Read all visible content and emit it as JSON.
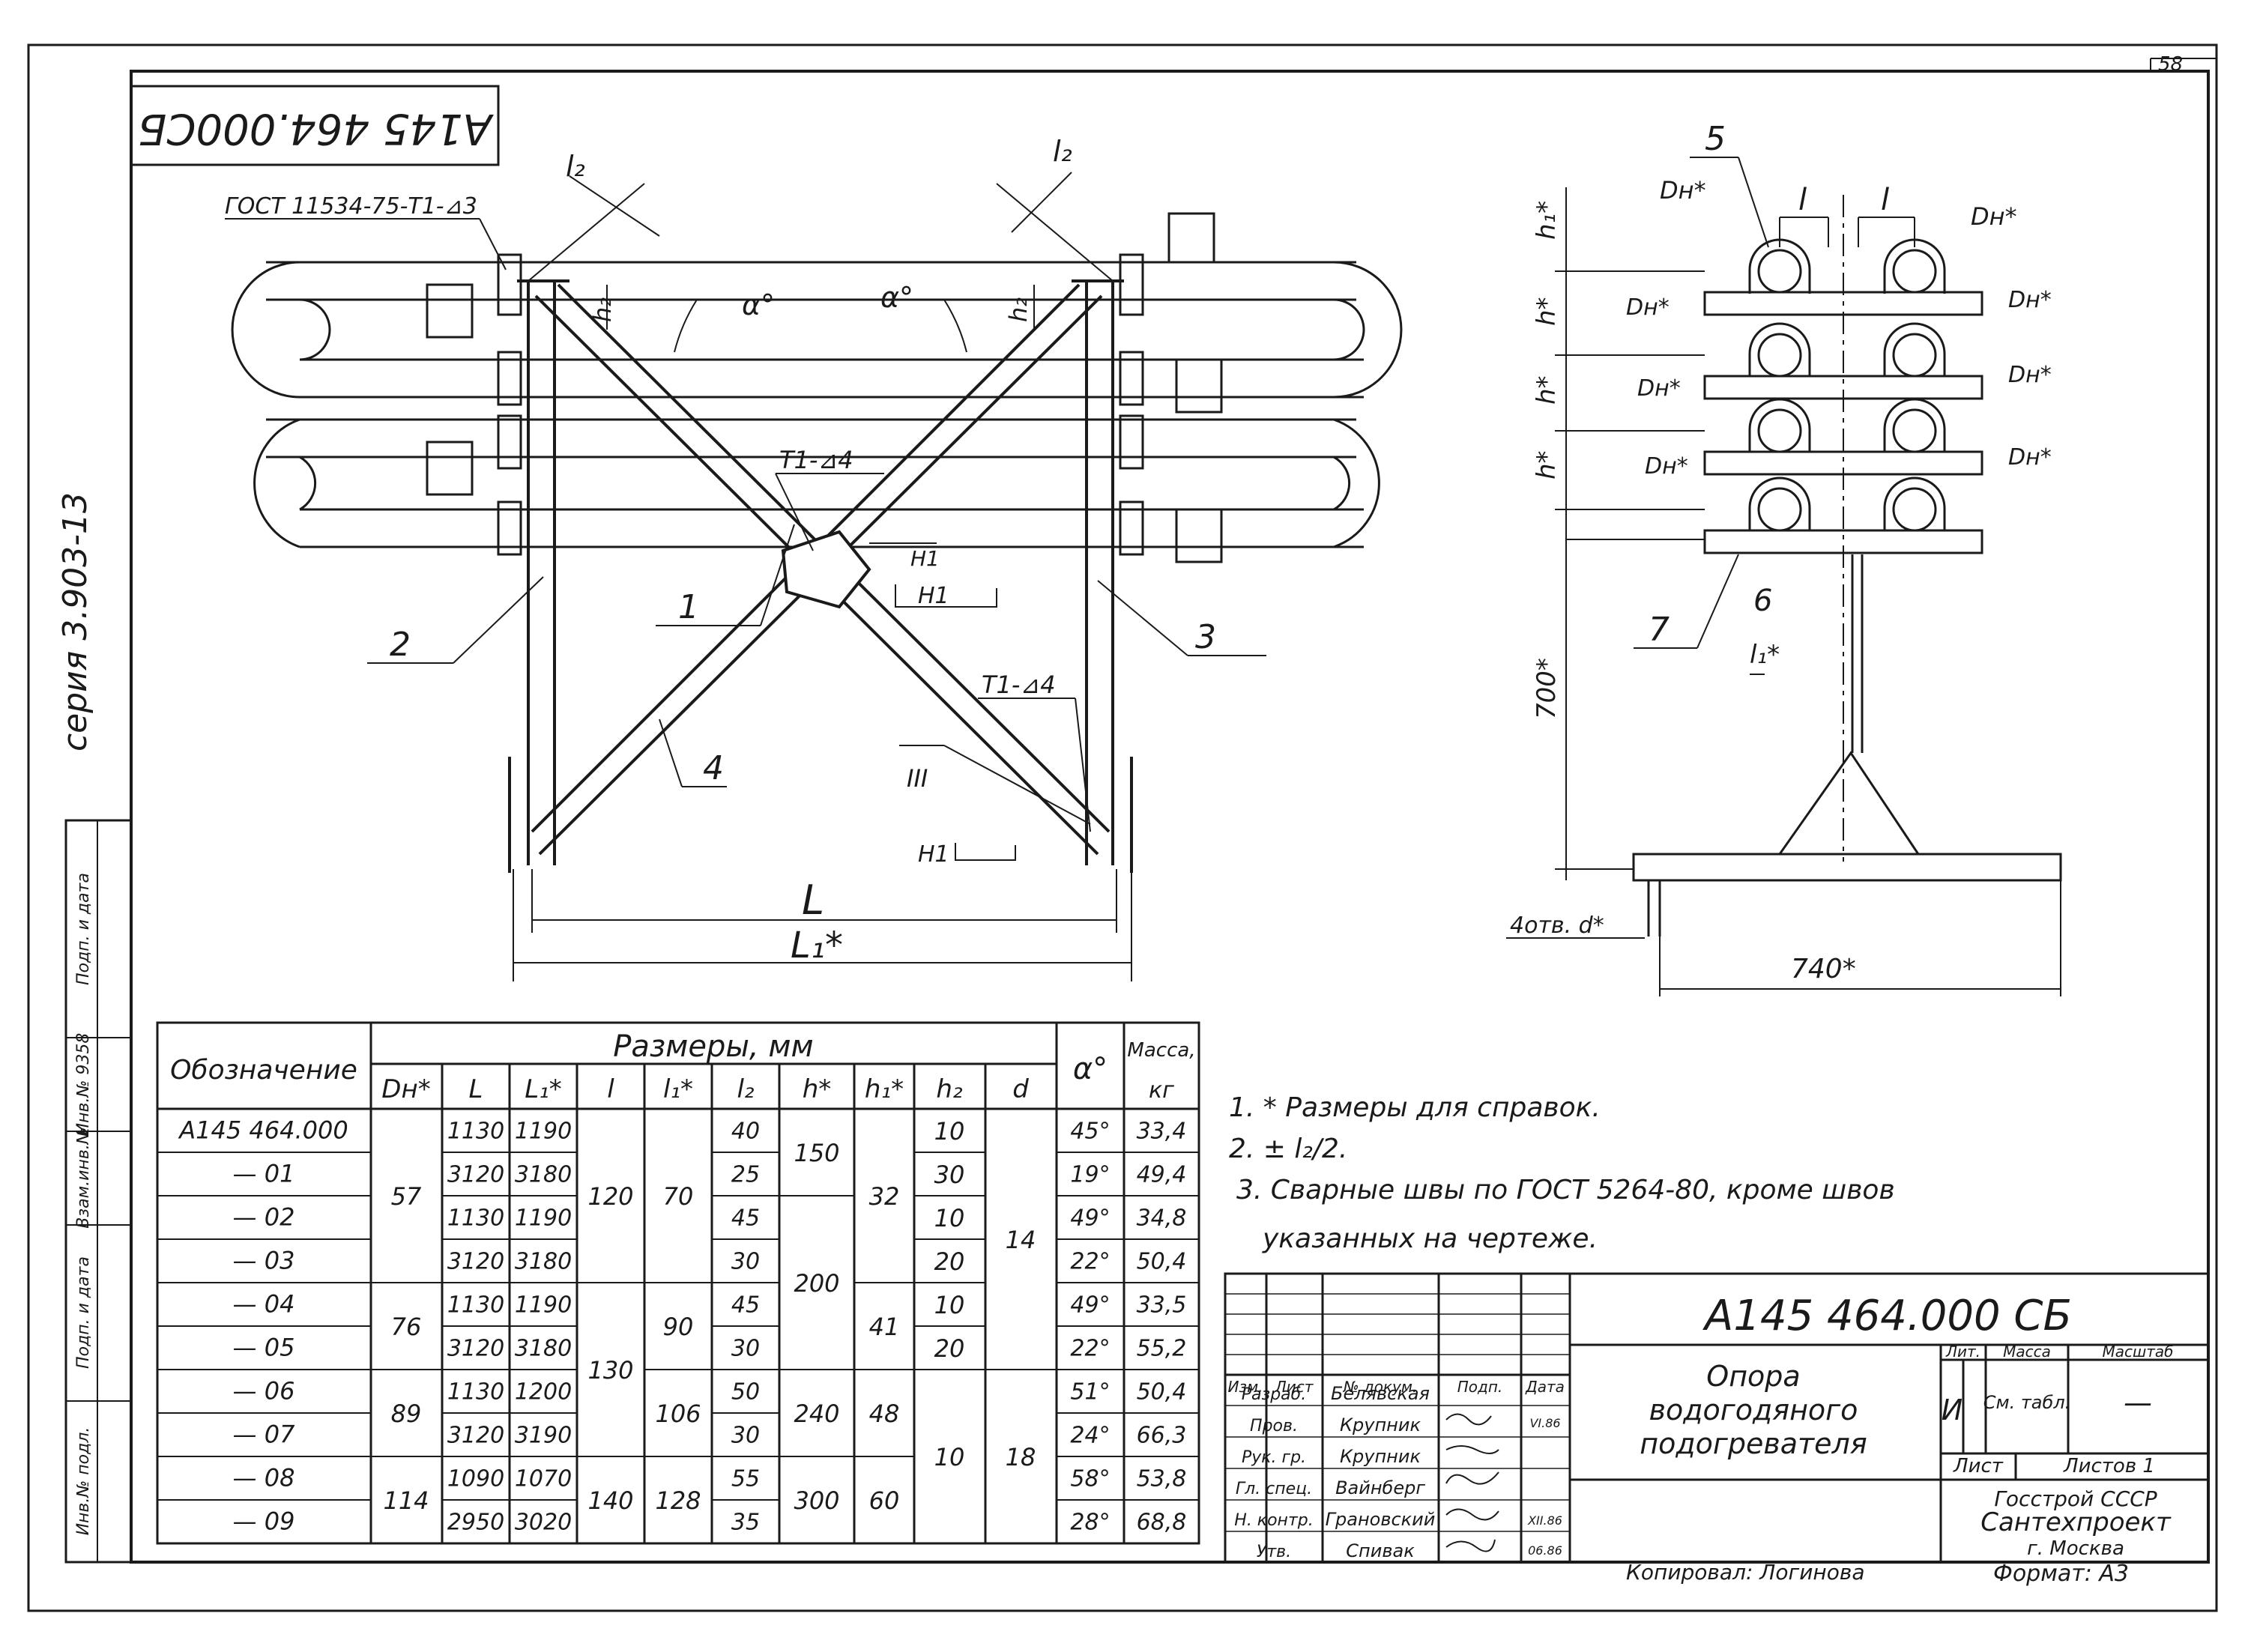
{
  "page_number": "58",
  "stamp_rotated": "А145 464.000СБ",
  "series_label": "серия 3.903-13",
  "side_stamp": [
    "Подп. и дата",
    "Инв.№ 9358",
    "Взам.инв.№",
    "Подп. и дата",
    "Инв.№ подл."
  ],
  "front_view": {
    "weld_note_gost": "ГОСТ 11534-75-Т1-⊿3",
    "weld_note_t1_4_center": "Т1-⊿4",
    "weld_note_t1_4_right": "Т1-⊿4",
    "mark_h1_a": "Н1",
    "mark_h1_b": "Н1",
    "mark_h1_c": "Н1",
    "mark_iii": "III",
    "dim_l2_left": "l₂",
    "dim_l2_right": "l₂",
    "dim_h2_left": "h₂",
    "dim_h2_right": "h₂",
    "angle_left": "α°",
    "angle_right": "α°",
    "pos_1": "1",
    "pos_2": "2",
    "pos_3": "3",
    "pos_4": "4",
    "dim_L": "L",
    "dim_L1": "L₁*"
  },
  "side_view": {
    "pos_5": "5",
    "pos_6": "6",
    "pos_7": "7",
    "dim_l_left": "l",
    "dim_l_right": "l",
    "dim_h1": "h₁*",
    "dim_h_a": "h*",
    "dim_h_b": "h*",
    "dim_h_c": "h*",
    "dim_700": "700*",
    "dim_740": "740*",
    "dim_l1": "l₁*",
    "holes": "4отв. d*",
    "dn_labels": [
      "Dн*",
      "Dн*",
      "Dн*",
      "Dн*",
      "Dн*",
      "Dн*",
      "Dн*",
      "Dн*"
    ]
  },
  "table": {
    "col_designation": "Обозначение",
    "group_header": "Размеры, мм",
    "col_alpha": "α°",
    "col_mass_1": "Масса,",
    "col_mass_2": "кг",
    "sub_headers": [
      "Dн*",
      "L",
      "L₁*",
      "l",
      "l₁*",
      "l₂",
      "h*",
      "h₁*",
      "h₂",
      "d"
    ],
    "designations": [
      "А145 464.000",
      "— 01",
      "— 02",
      "— 03",
      "— 04",
      "— 05",
      "— 06",
      "— 07",
      "— 08",
      "— 09"
    ],
    "dn": [
      "57",
      "76",
      "89",
      "114"
    ],
    "L": [
      "1130",
      "3120",
      "1130",
      "3120",
      "1130",
      "3120",
      "1130",
      "3120",
      "1090",
      "2950"
    ],
    "L1": [
      "1190",
      "3180",
      "1190",
      "3180",
      "1190",
      "3180",
      "1200",
      "3190",
      "1070",
      "3020"
    ],
    "l": [
      "120",
      "130",
      "140"
    ],
    "l1": [
      "70",
      "90",
      "106",
      "128"
    ],
    "l2": [
      "40",
      "25",
      "45",
      "30",
      "45",
      "30",
      "50",
      "30",
      "55",
      "35"
    ],
    "h": [
      "150",
      "200",
      "240",
      "300"
    ],
    "h1": [
      "32",
      "41",
      "48",
      "60"
    ],
    "h2": [
      "10",
      "30",
      "10",
      "20",
      "10",
      "20",
      "10"
    ],
    "d": [
      "14",
      "18"
    ],
    "alpha": [
      "45°",
      "19°",
      "49°",
      "22°",
      "49°",
      "22°",
      "51°",
      "24°",
      "58°",
      "28°"
    ],
    "mass": [
      "33,4",
      "49,4",
      "34,8",
      "50,4",
      "33,5",
      "55,2",
      "50,4",
      "66,3",
      "53,8",
      "68,8"
    ]
  },
  "notes": [
    "1. * Размеры для справок.",
    "2. ± l₂/2.",
    "3. Сварные швы по ГОСТ 5264-80, кроме швов",
    "указанных на чертеже."
  ],
  "title_block": {
    "doc_number": "А145 464.000 СБ",
    "name_lines": [
      "Опора",
      "водогодяного",
      "подогревателя"
    ],
    "lit_label": "Лит.",
    "mass_label": "Масса",
    "scale_label": "Масштаб",
    "lit_value": "И",
    "mass_value": "См. табл.",
    "scale_value": "—",
    "sheet_label": "Лист",
    "sheets_label": "Листов 1",
    "org_lines": [
      "Госстрой СССР",
      "Сантехпроект",
      "г. Москва"
    ],
    "rev_headers": [
      "Изм.",
      "Лист",
      "№ докум.",
      "Подп.",
      "Дата"
    ],
    "roles": [
      "Разраб.",
      "Пров.",
      "Рук. гр.",
      "Гл. спец.",
      "Н. контр.",
      "Утв."
    ],
    "names": [
      "Белявская",
      "Крупник",
      "Крупник",
      "Вайнберг",
      "Грановский",
      "Спивак"
    ],
    "dates": [
      "VI.86",
      "XII.86",
      "06.86"
    ],
    "copied": "Копировал: Логинова",
    "format": "Формат: А3"
  }
}
